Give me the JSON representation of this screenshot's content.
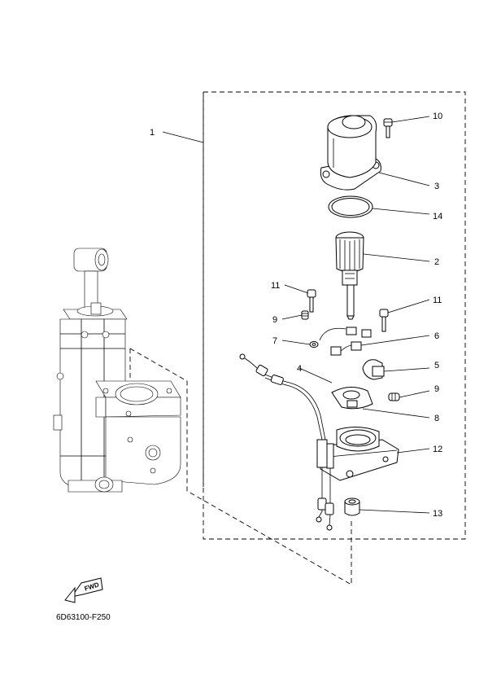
{
  "callouts": {
    "c1": "1",
    "c2": "2",
    "c3": "3",
    "c4": "4",
    "c5": "5",
    "c6": "6",
    "c7": "7",
    "c8": "8",
    "c9a": "9",
    "c9b": "9",
    "c10": "10",
    "c11a": "11",
    "c11b": "11",
    "c12": "12",
    "c13": "13",
    "c14": "14"
  },
  "fwd_label": "FWD",
  "drawing_code": "6D63100-F250"
}
